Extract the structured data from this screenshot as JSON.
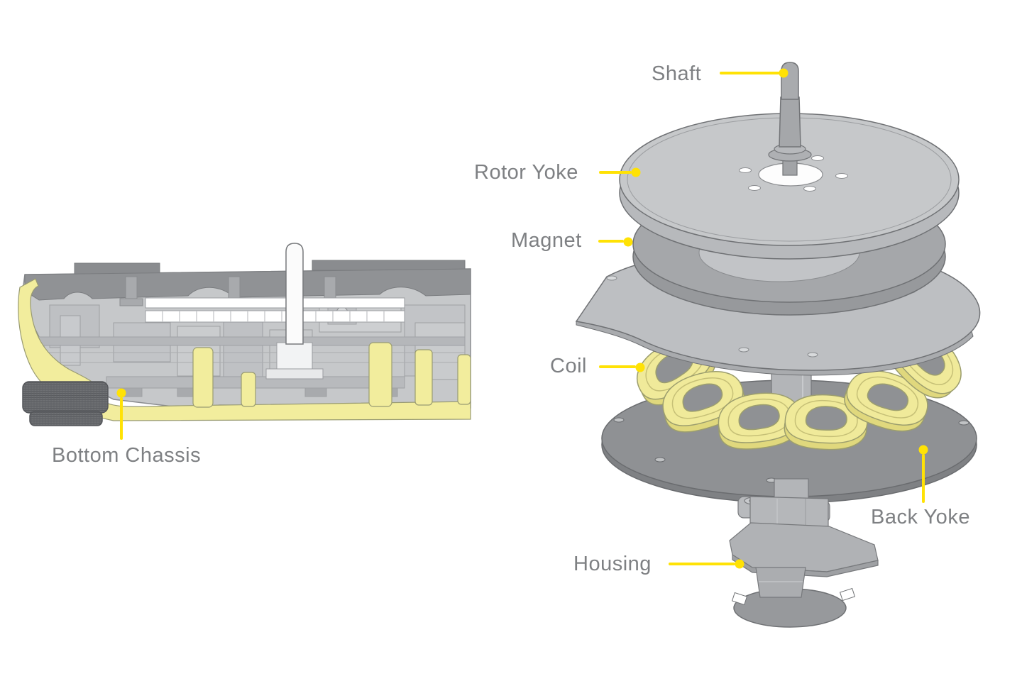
{
  "diagram": {
    "background": "#ffffff",
    "accent_color": "#FFE205",
    "label_color": "#7E8083",
    "cross_section": {
      "label_bottom_chassis": "Bottom Chassis"
    },
    "exploded_view": {
      "label_shaft": "Shaft",
      "label_rotor_yoke": "Rotor Yoke",
      "label_magnet": "Magnet",
      "label_coil": "Coil",
      "label_back_yoke": "Back Yoke",
      "label_housing": "Housing"
    },
    "part_colors": {
      "metal_light": "#C6C8CA",
      "metal_mid": "#A5A7AA",
      "metal_dark": "#8F9194",
      "outline_gray": "#6F7174",
      "coil_yellow": "#EFE998",
      "chassis_yellow": "#F2ED9D",
      "foot_dark": "#6B6D70"
    }
  }
}
